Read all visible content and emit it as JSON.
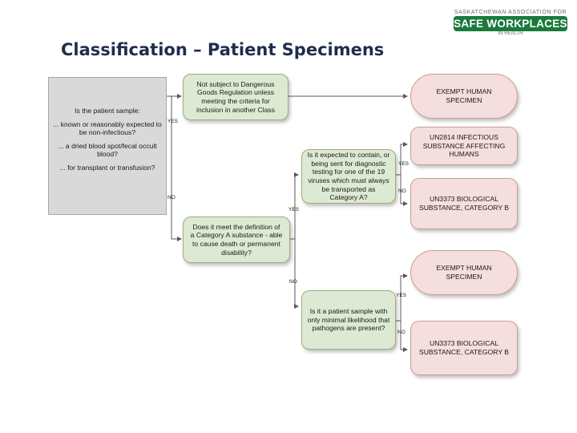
{
  "page": {
    "title": "Classification – Patient Specimens"
  },
  "logo": {
    "top_text": "SASKATCHEWAN ASSOCIATION FOR",
    "main_text": "SAFE WORKPLACES",
    "bottom_text": "IN HEALTH",
    "color": "#1a7a3c"
  },
  "diagram": {
    "left_panel": {
      "lines": [
        "Is the patient sample:",
        "... known or reasonably expected to be non-infectious?",
        "... a dried blood spot/fecal occult blood?",
        "... for transplant or transfusion?"
      ]
    },
    "questions": {
      "not_subject": "Not subject to Dangerous Goods Regulation unless meeting the criteria for inclusion in another Class",
      "category_a": "Does it meet the definition of a Category A substance - able to cause death or permanent disability?",
      "nineteen_viruses": "Is it expected to contain, or being sent for diagnostic testing for one of the 19 viruses which must always be transported as Category A?",
      "minimal_likelihood": "Is it a patient sample with only minimal likelihood that pathogens are present?"
    },
    "outcomes": {
      "exempt_1": "EXEMPT HUMAN SPECIMEN",
      "un2814": "UN2814 INFECTIOUS SUBSTANCE AFFECTING HUMANS",
      "un3373_1": "UN3373 BIOLOGICAL SUBSTANCE, CATEGORY B",
      "exempt_2": "EXEMPT HUMAN SPECIMEN",
      "un3373_2": "UN3373 BIOLOGICAL SUBSTANCE, CATEGORY B"
    },
    "labels": {
      "left_yes": "YES",
      "left_no": "NO",
      "cat_a_yes": "YES",
      "cat_a_no": "NO",
      "virus_yes": "YES",
      "virus_no": "NO",
      "minimal_yes": "YES",
      "minimal_no": "NO"
    },
    "colors": {
      "question_fill": "#dde9d3",
      "outcome_fill": "#f5dede",
      "panel_fill": "#d9d9d9"
    }
  }
}
